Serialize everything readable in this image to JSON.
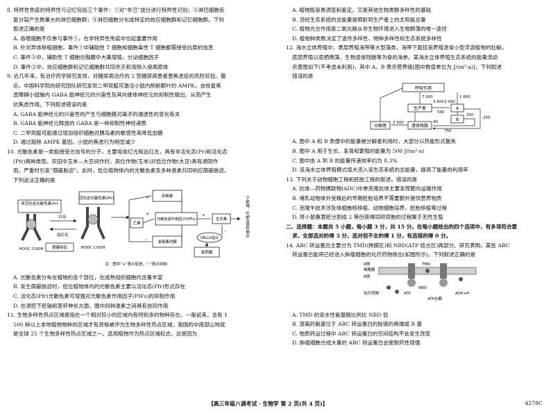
{
  "left": {
    "q8": {
      "stem": [
        "8. 特异性免疫的特异性与记忆包括三个事件：①对“非己”成分进行特异性识别；②淋巴细胞反",
        "复分裂产生数量大的淋巴细胞群；③淋巴细胞分化成特定的效应细胞群和记忆细胞群。下列",
        "叙述正确的是"
      ],
      "options": [
        "A. 吞噬细胞不仅参与事件①，在非特异性免疫中也起重要作用",
        "B. 针对异体移植细胞，事件①中辅助性 T 细胞和细胞毒性 T 细胞都需接受抗原的信息",
        "C. 事件②中，辅助性 T 细胞在胸腺中大量增殖，分泌细胞因子",
        "D. 事件③中，效应细胞群和记忆细胞群共同杀灭和清除入侵病原体"
      ]
    },
    "q9": {
      "stem": [
        "9. 近几年来，有治疗药学研究发现，对糖尿病治疗的 2 型糖尿病患者患焦虑症的风险较低。最",
        "近，中国科学院的研究团队研究发现二甲双胍可激活小鼠内侧前额叶的 AMPK，会恢复焦",
        "虑障碍小鼠脑内 GABA 能神经元的兴奋性及其向锥体神经元的抑制性输出，从而产生",
        "抗焦虑作用。下列叙述错误的是"
      ],
      "options": [
        "A. GABA 能神经元的兴奋性的产生与细胞膜对离子的通透性的变化有关",
        "B. GABA 能神经元释放的 GABA 是一种抑制性神经递质",
        "C. 二甲双胍可能通过增加组织细胞对胰岛素的敏感性来降低血糖",
        "D. 通过敲除 AMPK 基因，小鼠的焦虑行为明显减少"
      ]
    },
    "q10": {
      "stem": [
        "10. 光敏色素是一类能接受光信号的分子，主要吸收红光和远红光，具有非活化态(Pr)和活化态",
        "(Pfr)两种类型。农田中玉米—大豆间作时，高位作物(玉米)对低位作物(大豆)具有遮阴作",
        "用，严重时引发“荫蔽胁迫”。此时，低位植物体内的光敏色素及多种激素共同响应荫蔽胁迫。",
        "下列说法正确的是"
      ],
      "diagram": {
        "pr_label": "非活化态光敏色素(Pr)",
        "pfr_label": "活化态光敏色素(Pfr)",
        "cooh_left": "HOOC COOH",
        "cooh_right": "HOOC COOH",
        "red_light": "红光",
        "far_red": "远红光",
        "shade": "荫蔽胁迫",
        "ethylene": "乙烯",
        "pif": "光敏色素作用因子(PIFs)",
        "gibberellin": "赤霉素",
        "auxin": "油菜素内酯",
        "growth": "生长素",
        "dellas": "DELLA蛋白",
        "jasmonate": "茉莉酸",
        "outcome": "下胚轴、叶柄及茎秆伸长",
        "note": "注：图中“+”表示促进，“-”表示抑制",
        "plus": "+",
        "minus": "-"
      },
      "options": [
        "A. 光敏色素分布在植物的各个部位，在成熟组织细胞内含量丰富",
        "B. 发生荫蔽胁迫时，低位植物体内的光敏色素主要以活化态(Pfr)形式存在",
        "C. 活化态(Pfr)光敏色素可增强对光敏色素作用因子(PIFs)的抑制作用",
        "D. 在调控下胚轴和茎秆伸长方面，图中四种激素之间具有协同作用"
      ]
    },
    "q11": {
      "stem": [
        "11. 生物多样性热点区域是指在一个相对较小的区域内有特别多的物种存在。一般说来，含有 1",
        "500 种以上本地植物物种的区域才有资格被评为生物多样性热点区域，我国的中南部山地就",
        "是全球 25 个生物多样性热点区域之一。选用植物作为热点区域标志，这是因为"
      ]
    }
  },
  "right": {
    "q11_options": [
      "A. 植物既容易调查和鉴定，又是其他生物类群多样性的基础",
      "B. 流经生态系统的总能量是照射到生产者上的太阳能总量",
      "C. 植物光合作用是二氧化碳从非生物环境进入生物群落的唯一途径",
      "D. 植物种类数决定了遗传多样性、物种多样性和生态系统多样性"
    ],
    "q12": {
      "stem": [
        "12. 海水立体养殖中，表层养殖海带等大型藻类，海带下面挂笼养殖滤食小型浮游植物的牡蛎，",
        "底层养殖以底栖微藻、生物遗体残骸等为食的海参。某海水立体养殖生态系统的能量流动",
        "示意图如下(不考虑未利用)，其中 A、B 表示营养级[图中数值单位为 J/(m²·a)]，下列叙述",
        "错误的是"
      ],
      "diagram": {
        "respiration": "呼吸作用",
        "producer": "生产者",
        "decomposer": "分解者",
        "remains": "遗体残骸",
        "A": "A",
        "B": "B",
        "v7000": "7 000",
        "v3600": "3 600",
        "v3000": "3 000",
        "v1600": "1 600",
        "v500": "500",
        "v250a": "250",
        "v250b": "250",
        "v2500": "2 500",
        "v750": "750",
        "v40": "40"
      },
      "options": [
        "A. 图中 A 和 B 类便中的能量被分解者利用时，大部分以热能形式散失",
        "B. 图中 A 用于生长、发育和繁殖的能量为 500 J/(m²·a)",
        "C. 图中由 A 到 B 的能量传递效率约为 8.3%",
        "D. 该海水立体养殖模式增大流入该生态系统的总能量，提高了能量的利用率"
      ]
    },
    "q13": {
      "stem": [
        "13. 下列关于动物细胞工程和胚胎工程的叙述，错误的是"
      ],
      "options": [
        "A. 抗体—药物偶联物(ADC)中单克隆抗体主要发挥靶向运输作用",
        "B. 哺乳动物体外受精后的早期胚胎培养不需要额外提供营养物质",
        "C. 克隆牛技术涉及体细胞核移植、动物细胞培养、胚胎移植等过程",
        "D. 将小鼠桑葚胚分割成 2 等份获得同卵双胞的过程属于无性生殖"
      ]
    },
    "section2": [
      "二、选择题：本题共 5 小题，每小题 3 分，共 15 分。在每小题给出的四个选项中，有多项符合要",
      "求，全部选对的得 3 分，选对但不全的得 1 分，有选错的得 0 分。"
    ],
    "q14": {
      "stem": [
        "14. ABC 转运蛋白主要分为 TMD(跨膜区)和 NBD(ATP 结合区)两部分。研究表明，某些 ABC",
        "转运蛋白能将已经进入肿瘤细胞的化疗药物排出(如图所示)。下列叙述正确的是"
      ],
      "diagram": {
        "a_side": "A侧",
        "membrane": "细胞膜",
        "b_side": "B侧",
        "tmd": "TMD",
        "nbd": "NBD",
        "atp": "ATP",
        "hydrolysis": "ATP水解",
        "adp": "ADP+Pi",
        "drug": "化疗药物"
      },
      "options": [
        "A. TMD 的亲水性氨基酸比例比 NBD 低",
        "B. 游离的氨基位于 ABC 转运蛋白的肽链的两端或 R 基",
        "C. 物质转运过程中 ABC 转运蛋白的空间结构不会发生改变",
        "D. 肿瘤细胞合成大量的 ABC 转运蛋白会使耐药性增强"
      ]
    }
  },
  "footer": {
    "title": "【高三年级八调考试 · 生物学   第 2 页(共 4 页)】",
    "code": "4278C"
  }
}
